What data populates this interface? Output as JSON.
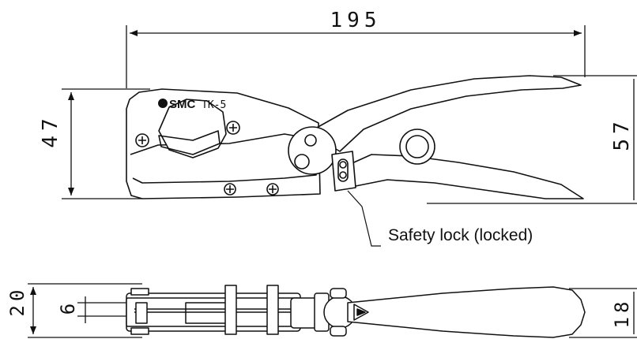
{
  "dimensions": {
    "overall_length": "195",
    "head_height": "47",
    "handle_height": "57",
    "body_width": "20",
    "blade_gap": "6",
    "handle_width": "18"
  },
  "labels": {
    "brand": "SMC",
    "model": "TK-5",
    "callout": "Safety lock (locked)"
  }
}
